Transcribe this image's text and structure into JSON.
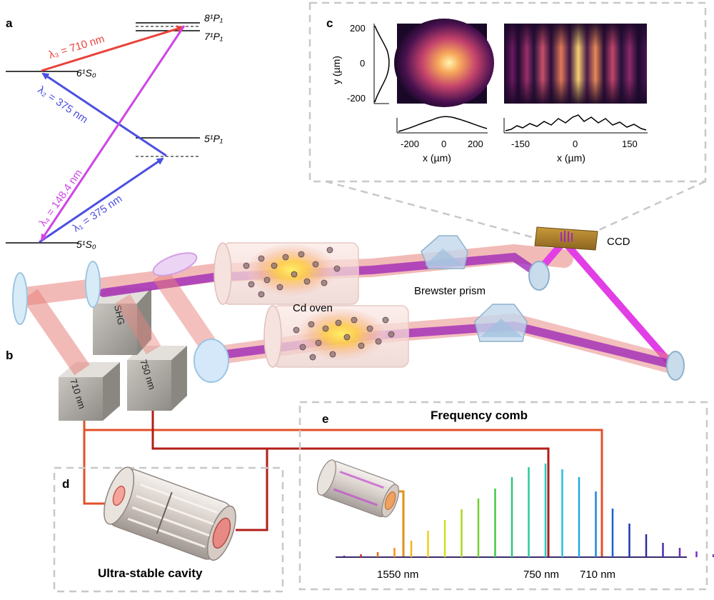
{
  "panels": {
    "a": "a",
    "b": "b",
    "c": "c",
    "d": "d",
    "e": "e"
  },
  "levels": {
    "s5": "5¹S₀",
    "s6": "6¹S₀",
    "p5": "5¹P₁",
    "p7": "7¹P₁",
    "p8": "8¹P₁"
  },
  "transitions": {
    "l1": "λ₁ = 375 nm",
    "l2": "λ₂ = 375 nm",
    "l3": "λ₃ = 710 nm",
    "l4": "λ₄ = 148.4 nm"
  },
  "setup": {
    "ccd": "CCD",
    "brewster": "Brewster prism",
    "oven": "Cd oven",
    "shg": "SHG",
    "laser710": "710 nm",
    "laser750": "750 nm"
  },
  "cavity_title": "Ultra-stable cavity",
  "comb_title": "Frequency comb",
  "comb_labels": {
    "nm1550": "1550 nm",
    "nm750": "750 nm",
    "nm710": "710 nm"
  },
  "comb_lines": {
    "heights": [
      2,
      4,
      7,
      13,
      23,
      37,
      52,
      67,
      82,
      96,
      112,
      126,
      131,
      123,
      112,
      92,
      68,
      47,
      32,
      20,
      13,
      8,
      4
    ],
    "colors": [
      "#5a1f8a",
      "#c8321e",
      "#e36a16",
      "#f29318",
      "#f4b515",
      "#ecd117",
      "#d6dd16",
      "#a8d81f",
      "#74cf2f",
      "#3fc94a",
      "#2dc878",
      "#2cc89e",
      "#2ac9c0",
      "#27c0dc",
      "#22a8e8",
      "#1e85e0",
      "#1f5fd0",
      "#2037b0",
      "#2c2aa0",
      "#4a2bb0",
      "#6a2cb8",
      "#7a30c0",
      "#8040c4"
    ]
  },
  "profile_c": {
    "left_axis": {
      "y_label": "y (µm)",
      "y_ticks": [
        "200",
        "0",
        "-200"
      ],
      "x_ticks": [
        "-200",
        "0",
        "200"
      ],
      "x_label": "x (µm)"
    },
    "right_axis": {
      "x_ticks": [
        "-150",
        "0",
        "150"
      ],
      "x_label": "x (µm)"
    }
  },
  "colors": {
    "beam_red": "#e8827c",
    "beam_violet": "#a02ab8",
    "beam_magenta": "#e23ee6",
    "arrow_red": "#e8413a",
    "arrow_blue": "#4b4fe0",
    "arrow_violet": "#cf45e6",
    "wire_orange": "#e2502a",
    "wire_dark": "#b21e18",
    "dashed_box": "#c8c8c8"
  }
}
